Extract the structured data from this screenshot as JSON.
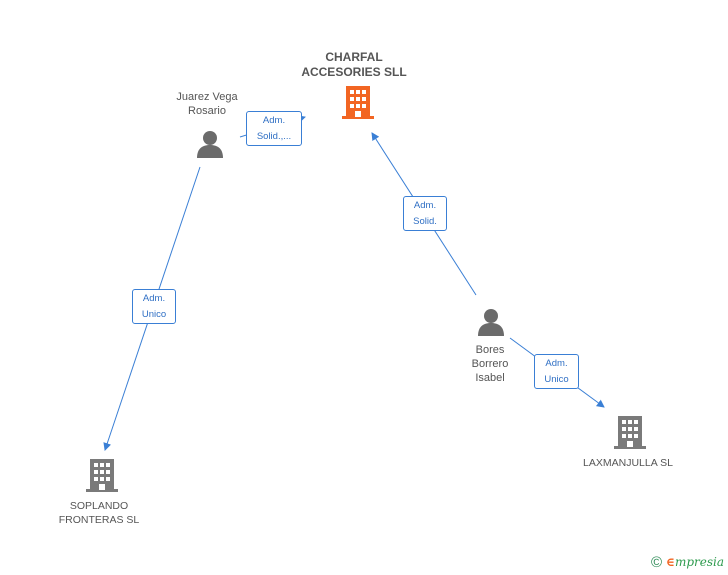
{
  "colors": {
    "edge": "#3a7fd5",
    "person_icon": "#6b6b6b",
    "company_icon": "#7a7a7a",
    "main_company_icon": "#f26522"
  },
  "nodes": {
    "charfal": {
      "line1": "CHARFAL",
      "line2": "ACCESORIES SLL",
      "icon": "building-icon-highlight"
    },
    "juarez": {
      "line1": "Juarez Vega",
      "line2": "Rosario",
      "icon": "person-icon"
    },
    "bores": {
      "line1": "Bores",
      "line2": "Borrero",
      "line3": "Isabel",
      "icon": "person-icon"
    },
    "soplando": {
      "line1": "SOPLANDO",
      "line2": "FRONTERAS SL",
      "icon": "building-icon"
    },
    "laxmanjulla": {
      "line1": "LAXMANJULLA SL",
      "icon": "building-icon"
    }
  },
  "edges": {
    "juarez_charfal": {
      "line1": "Adm.",
      "line2": "Solid.,..."
    },
    "bores_charfal": {
      "line1": "Adm.",
      "line2": "Solid."
    },
    "juarez_soplando": {
      "line1": "Adm.",
      "line2": "Unico"
    },
    "bores_laxmanjulla": {
      "line1": "Adm.",
      "line2": "Unico"
    }
  },
  "brand": {
    "copyright": "©",
    "e": "∈",
    "rest": "mpresia"
  }
}
